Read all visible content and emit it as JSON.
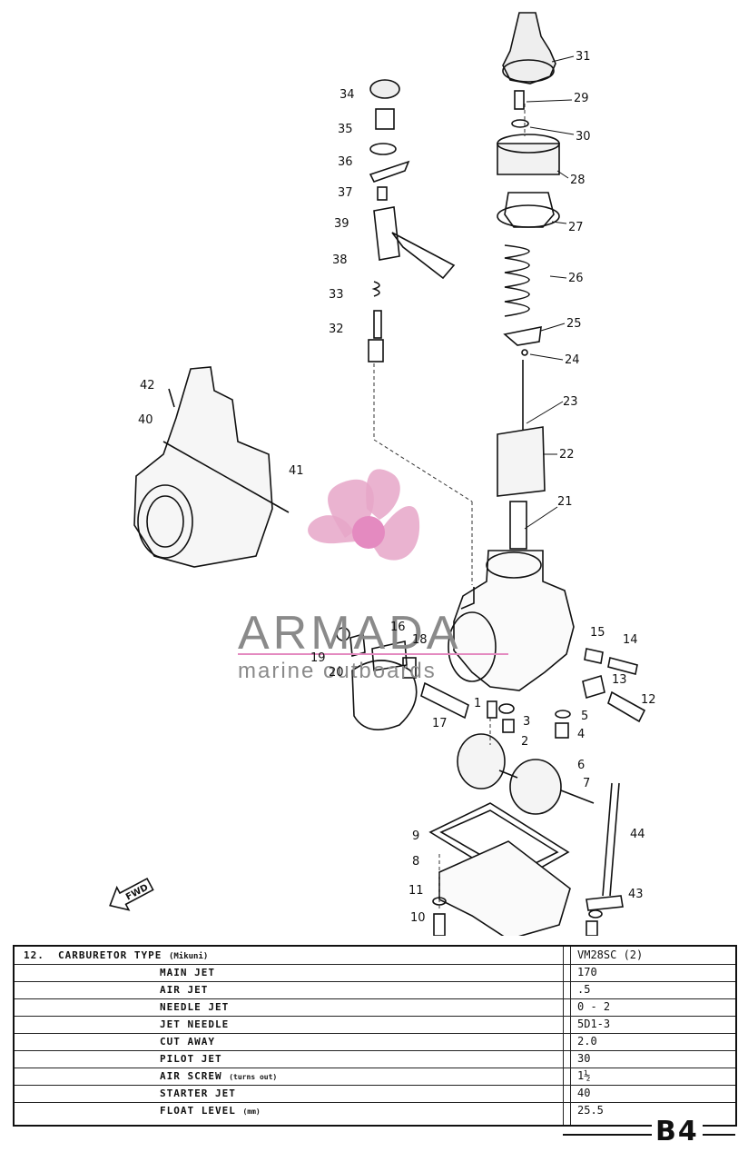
{
  "callouts": [
    "1",
    "2",
    "3",
    "4",
    "5",
    "6",
    "7",
    "8",
    "9",
    "10",
    "11",
    "12",
    "13",
    "14",
    "15",
    "16",
    "17",
    "18",
    "19",
    "20",
    "21",
    "22",
    "23",
    "24",
    "25",
    "26",
    "27",
    "28",
    "29",
    "30",
    "31",
    "32",
    "33",
    "34",
    "35",
    "36",
    "37",
    "38",
    "39",
    "40",
    "41",
    "42",
    "43",
    "44"
  ],
  "watermark": {
    "brand": "ARMADA",
    "tagline": "marine outboards"
  },
  "fwd_label": "FWD",
  "spec_table": {
    "section": "12.",
    "title": "CARBURETOR TYPE",
    "title_suffix": "(Mikuni)",
    "rows": [
      {
        "label": "MAIN JET",
        "label_suffix": "",
        "value": "170"
      },
      {
        "label": "AIR JET",
        "label_suffix": "",
        "value": ".5"
      },
      {
        "label": "NEEDLE JET",
        "label_suffix": "",
        "value": "0 - 2"
      },
      {
        "label": "JET NEEDLE",
        "label_suffix": "",
        "value": "5D1-3"
      },
      {
        "label": "CUT AWAY",
        "label_suffix": "",
        "value": "2.0"
      },
      {
        "label": "PILOT JET",
        "label_suffix": "",
        "value": "30"
      },
      {
        "label": "AIR SCREW",
        "label_suffix": "(turns out)",
        "value": "1½"
      },
      {
        "label": "STARTER JET",
        "label_suffix": "",
        "value": "40"
      },
      {
        "label": "FLOAT LEVEL",
        "label_suffix": "(mm)",
        "value": "25.5"
      }
    ],
    "type_value": "VM28SC (2)"
  },
  "page_code": "B4",
  "colors": {
    "line": "#111111",
    "logo_pink": "#e6a6c8",
    "logo_magenta": "#e48ac0",
    "watermark_gray": "#8a8a8a"
  }
}
